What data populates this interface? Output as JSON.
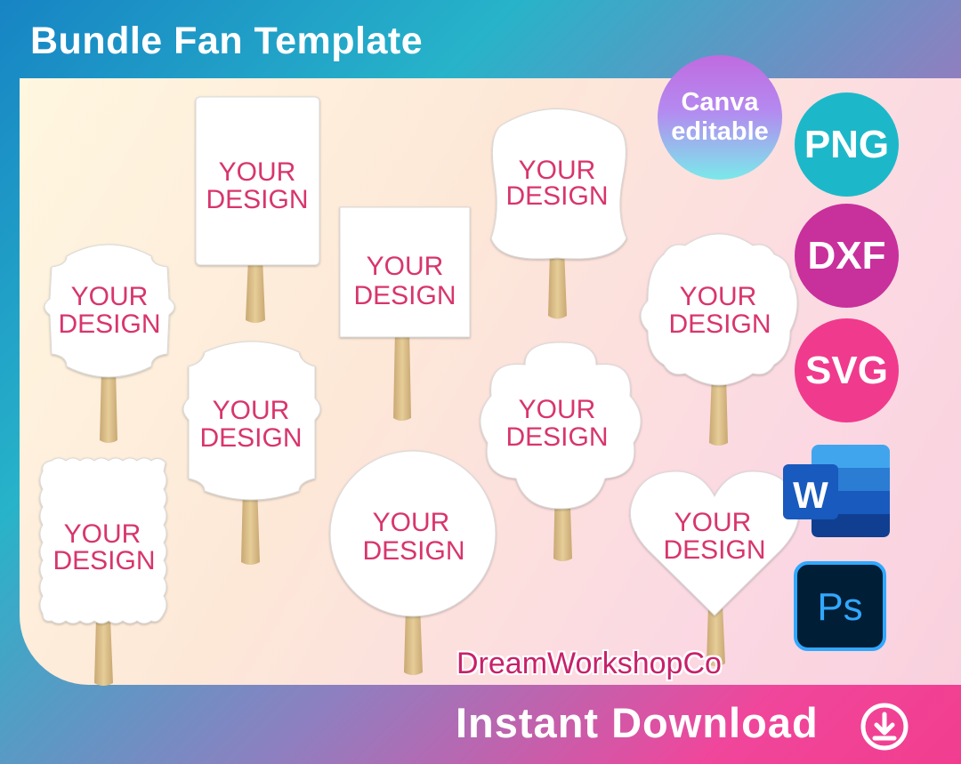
{
  "header": {
    "title": "Bundle Fan Template"
  },
  "fan_placeholder": {
    "line1": "YOUR",
    "line2": "DESIGN"
  },
  "badges": {
    "canva_line1": "Canva",
    "canva_line2": "editable",
    "png": "PNG",
    "dxf": "DXF",
    "svg": "SVG",
    "word": "W",
    "photoshop": "Ps"
  },
  "brand": "DreamWorkshopCo",
  "footer": {
    "download_label": "Instant Download",
    "download_icon": "download-circle-icon"
  },
  "colors": {
    "design_text": "#d8356d",
    "brand_text": "#c8206a",
    "png_badge": "#1cb8c9",
    "dxf_badge": "#c8309c",
    "svg_badge": "#f03a8d"
  }
}
